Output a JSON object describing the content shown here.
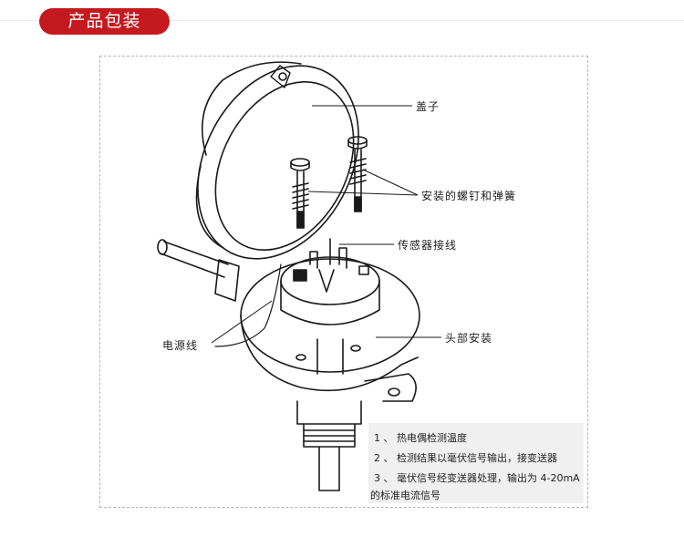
{
  "header": {
    "title": "产品包装",
    "accent": "#c41a1f"
  },
  "labels": {
    "cover": "盖子",
    "screws": "安装的螺钉和弹簧",
    "sensor_wiring": "传感器接线",
    "head_mount": "头部安装",
    "power_cable": "电源线"
  },
  "notes": [
    "1 、 热电偶检测温度",
    "2 、 检测结果以毫伏信号输出，接变送器",
    "3 、 毫伏信号经变送器处理，输出为 4-20mA",
    "的标准电流信号"
  ]
}
